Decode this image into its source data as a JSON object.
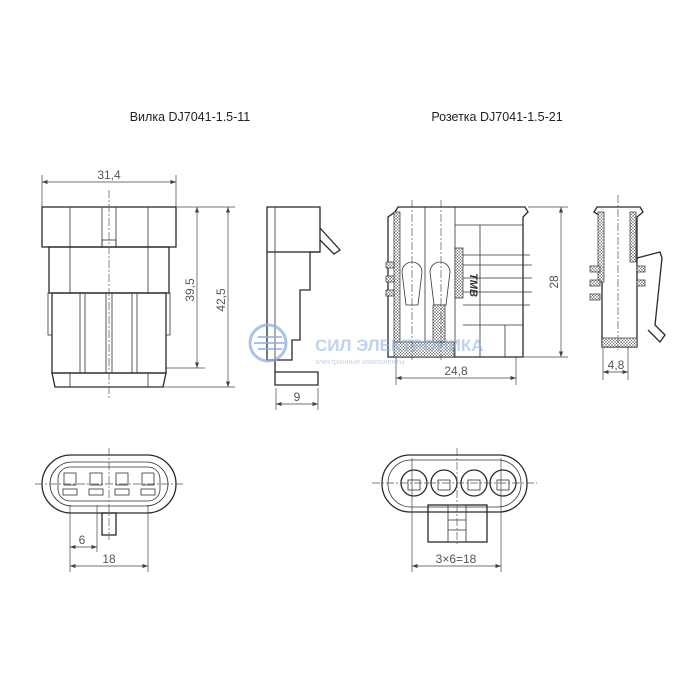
{
  "titles": {
    "plug": "Вилка DJ7041-1.5-11",
    "socket": "Розетка DJ7041-1.5-21"
  },
  "dimensions": {
    "plug_width": "31,4",
    "plug_height_body": "39,5",
    "plug_height_total": "42,5",
    "plug_side_depth": "9",
    "socket_height": "28",
    "socket_width": "24,8",
    "socket_side_depth": "4,8",
    "plug_pitch": "6",
    "plug_span": "18",
    "socket_span": "3×6=18"
  },
  "socket_marking": "TMB",
  "watermark": {
    "name": "СИЛ ЭЛЕКТРОНИКА",
    "tagline": "электронные компоненты",
    "color": "#8fb0e0"
  }
}
